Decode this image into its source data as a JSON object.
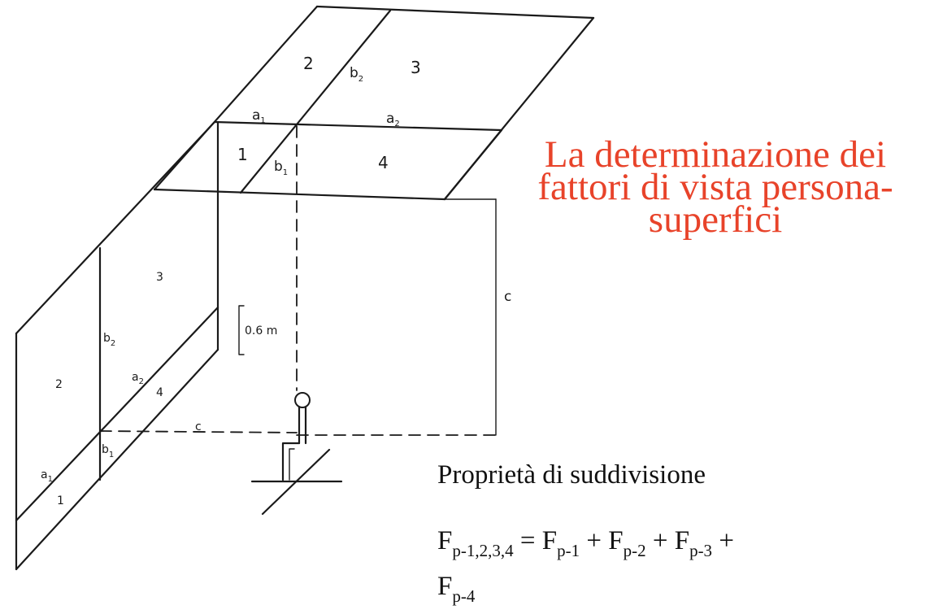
{
  "title": {
    "line1": "La determinazione dei",
    "line2": "fattori di vista persona-",
    "line3": "superfici"
  },
  "property_label": "Proprietà di suddivisione",
  "formula": {
    "lhs_symbol": "F",
    "lhs_sub": "p-1,2,3,4",
    "equals": " = ",
    "t1_symbol": "F",
    "t1_sub": "p-1",
    "plus1": " + ",
    "t2_symbol": "F",
    "t2_sub": "p-2",
    "plus2": " + ",
    "t3_symbol": "F",
    "t3_sub": "p-3",
    "plus3": " +",
    "t4_symbol": "F",
    "t4_sub": "p-4"
  },
  "diagram_labels": {
    "ceiling_2": "2",
    "ceiling_3": "3",
    "ceiling_1": "1",
    "ceiling_4": "4",
    "ceiling_b": "b",
    "ceiling_b2_sub": "2",
    "ceiling_b1_sub": "1",
    "ceiling_a": "a",
    "ceiling_a1_sub": "1",
    "ceiling_a2_sub": "2",
    "wall_3": "3",
    "wall_2": "2",
    "wall_4": "4",
    "wall_1": "1",
    "wall_b": "b",
    "wall_b2_sub": "2",
    "wall_b1_sub": "1",
    "wall_a": "a",
    "wall_a2_sub": "2",
    "wall_a1_sub": "1",
    "dim_c_right": "c",
    "dim_c_floor": "c",
    "height_marker": "0.6 m"
  }
}
